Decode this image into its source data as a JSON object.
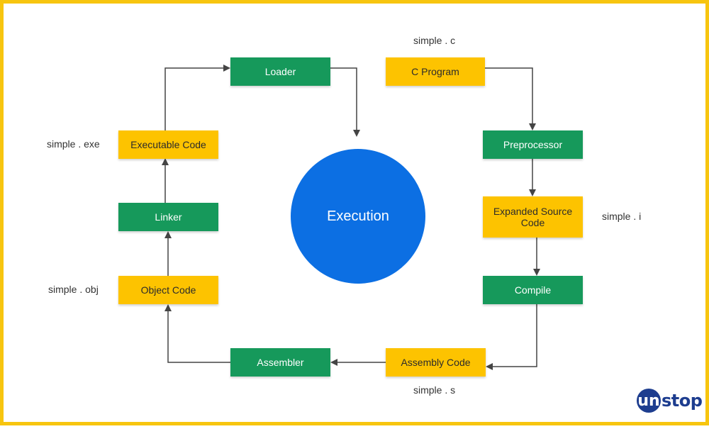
{
  "nodes": {
    "loader": "Loader",
    "c_program": "C Program",
    "preprocessor": "Preprocessor",
    "expanded_source": "Expanded Source Code",
    "compile": "Compile",
    "assembly_code": "Assembly Code",
    "assembler": "Assembler",
    "object_code": "Object Code",
    "linker": "Linker",
    "executable_code": "Executable Code",
    "execution": "Execution"
  },
  "files": {
    "c": "simple . c",
    "i": "simple . i",
    "s": "simple . s",
    "obj": "simple . obj",
    "exe": "simple . exe"
  },
  "logo": {
    "first": "un",
    "rest": "stop"
  },
  "colors": {
    "green": "#16995b",
    "yellow": "#fdc300",
    "blue": "#0c6fe3",
    "frame": "#f7c50f",
    "arrow": "#444444",
    "logo": "#1d3d8f"
  }
}
